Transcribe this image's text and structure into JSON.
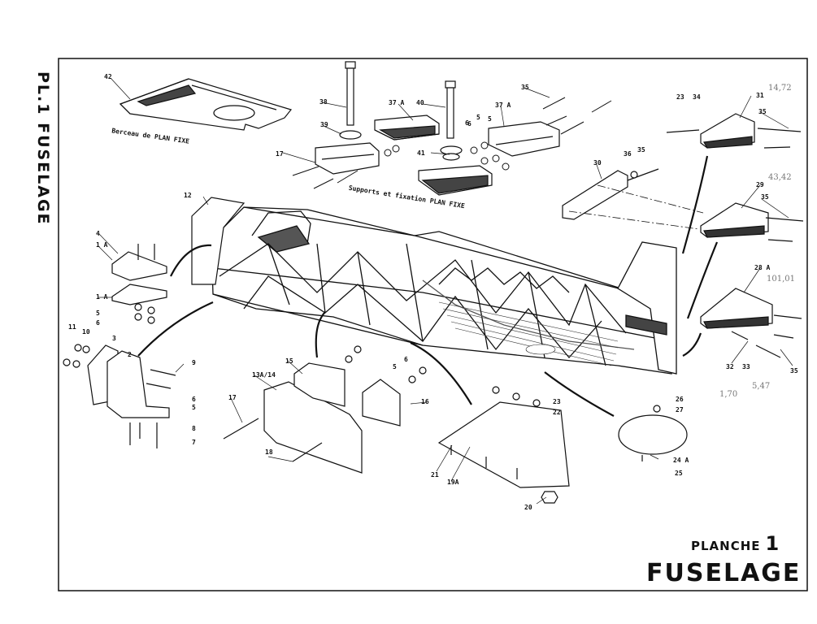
{
  "side_title": "PL.1  FUSELAGE",
  "planche_label": "PLANCHE",
  "planche_number": "1",
  "main_title": "FUSELAGE",
  "captions": {
    "berceau": "Berceau de PLAN FIXE",
    "supports": "Supports et fixation PLAN FIXE"
  },
  "handwritten_notes": [
    "14,72",
    "43,42",
    "101,01",
    "1,70",
    "5,47"
  ],
  "part_numbers": [
    {
      "id": "42"
    },
    {
      "id": "38"
    },
    {
      "id": "39"
    },
    {
      "id": "17"
    },
    {
      "id": "37 A"
    },
    {
      "id": "40"
    },
    {
      "id": "41"
    },
    {
      "id": "6"
    },
    {
      "id": "5"
    },
    {
      "id": "37 A"
    },
    {
      "id": "35"
    },
    {
      "id": "6"
    },
    {
      "id": "5"
    },
    {
      "id": "30"
    },
    {
      "id": "36"
    },
    {
      "id": "35"
    },
    {
      "id": "23"
    },
    {
      "id": "34"
    },
    {
      "id": "31"
    },
    {
      "id": "35"
    },
    {
      "id": "29"
    },
    {
      "id": "35"
    },
    {
      "id": "28 A"
    },
    {
      "id": "12"
    },
    {
      "id": "4"
    },
    {
      "id": "1 A"
    },
    {
      "id": "1 A"
    },
    {
      "id": "5"
    },
    {
      "id": "6"
    },
    {
      "id": "11"
    },
    {
      "id": "10"
    },
    {
      "id": "3"
    },
    {
      "id": "2"
    },
    {
      "id": "9"
    },
    {
      "id": "6"
    },
    {
      "id": "5"
    },
    {
      "id": "8"
    },
    {
      "id": "7"
    },
    {
      "id": "15"
    },
    {
      "id": "13A/14"
    },
    {
      "id": "17"
    },
    {
      "id": "18"
    },
    {
      "id": "6"
    },
    {
      "id": "5"
    },
    {
      "id": "16"
    },
    {
      "id": "23"
    },
    {
      "id": "22"
    },
    {
      "id": "21"
    },
    {
      "id": "19A"
    },
    {
      "id": "20"
    },
    {
      "id": "26"
    },
    {
      "id": "27"
    },
    {
      "id": "24 A"
    },
    {
      "id": "25"
    },
    {
      "id": "32"
    },
    {
      "id": "33"
    },
    {
      "id": "35"
    }
  ]
}
